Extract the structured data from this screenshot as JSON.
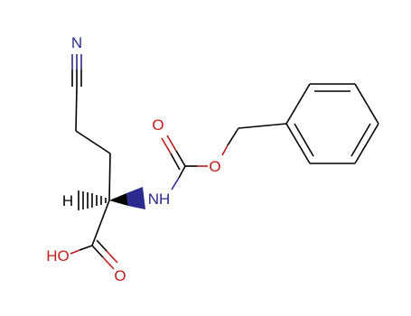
{
  "colors": {
    "background": "#ffffff",
    "bond": "#000000",
    "nitrogen": "#2b2b8f",
    "oxygen": "#c41a1a",
    "hydrogen": "#000000"
  },
  "atoms": {
    "nitrile_n": "N",
    "amide_nh": "NH",
    "carbonyl_o": "O",
    "ester_o": "O",
    "hydroxyl": "HO",
    "acid_o": "O",
    "hydrogen": "H"
  }
}
